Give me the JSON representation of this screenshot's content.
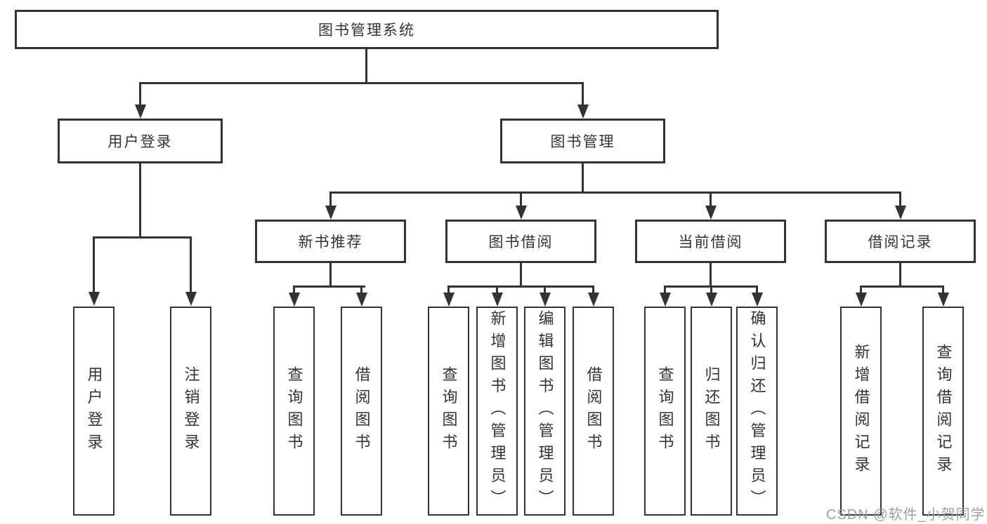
{
  "title": "图书管理系统",
  "colors": {
    "line": "#333333",
    "text": "#333333",
    "background": "#ffffff",
    "watermark": "#9e9e9e"
  },
  "tree": {
    "label": "图书管理系统",
    "children": [
      {
        "label": "用户登录",
        "children": [
          {
            "label": "用户登录"
          },
          {
            "label": "注销登录"
          }
        ]
      },
      {
        "label": "图书管理",
        "children": [
          {
            "label": "新书推荐",
            "children": [
              {
                "label": "查询图书"
              },
              {
                "label": "借阅图书"
              }
            ]
          },
          {
            "label": "图书借阅",
            "children": [
              {
                "label": "查询图书"
              },
              {
                "label": "新增图书（管理员）"
              },
              {
                "label": "编辑图书（管理员）"
              },
              {
                "label": "借阅图书"
              }
            ]
          },
          {
            "label": "当前借阅",
            "children": [
              {
                "label": "查询图书"
              },
              {
                "label": "归还图书"
              },
              {
                "label": "确认归还（管理员）"
              }
            ]
          },
          {
            "label": "借阅记录",
            "children": [
              {
                "label": "新增借阅记录"
              },
              {
                "label": "查询借阅记录"
              }
            ]
          }
        ]
      }
    ]
  },
  "watermark": {
    "text": "CSDN @软件_小贺同学"
  }
}
